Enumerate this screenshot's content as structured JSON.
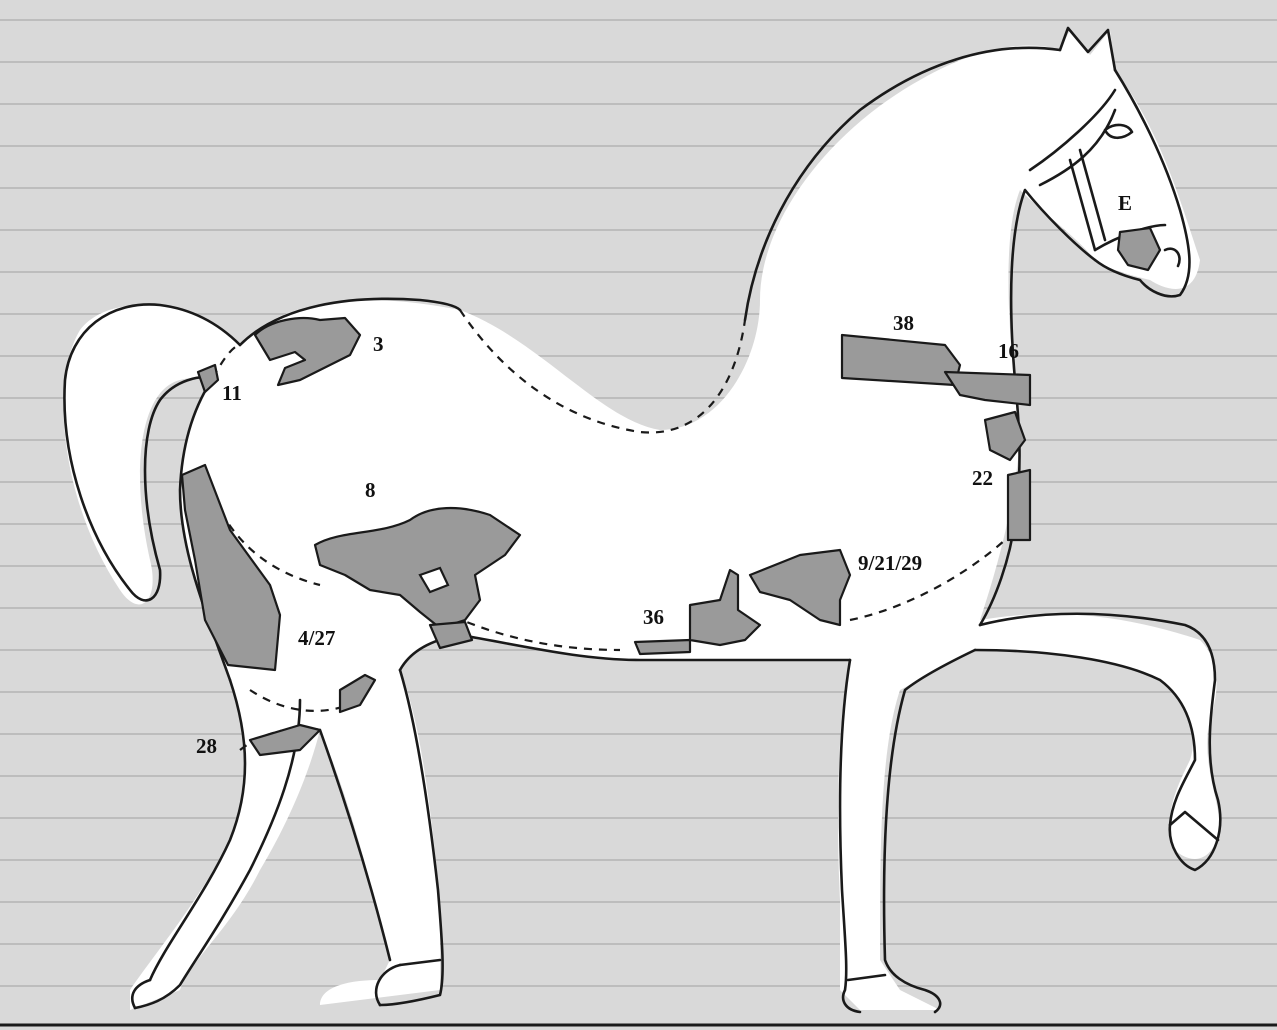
{
  "labels": {
    "e": "E",
    "l3": "3",
    "l11": "11",
    "l38": "38",
    "l16": "16",
    "l22": "22",
    "l8": "8",
    "l4_27": "4/27",
    "l9_21_29": "9/21/29",
    "l36": "36",
    "l28": "28"
  },
  "colors": {
    "background": "#d9d9d9",
    "body_fill": "#ffffff",
    "fragment_fill": "#9a9a9a",
    "outline": "#1a1a1a"
  }
}
